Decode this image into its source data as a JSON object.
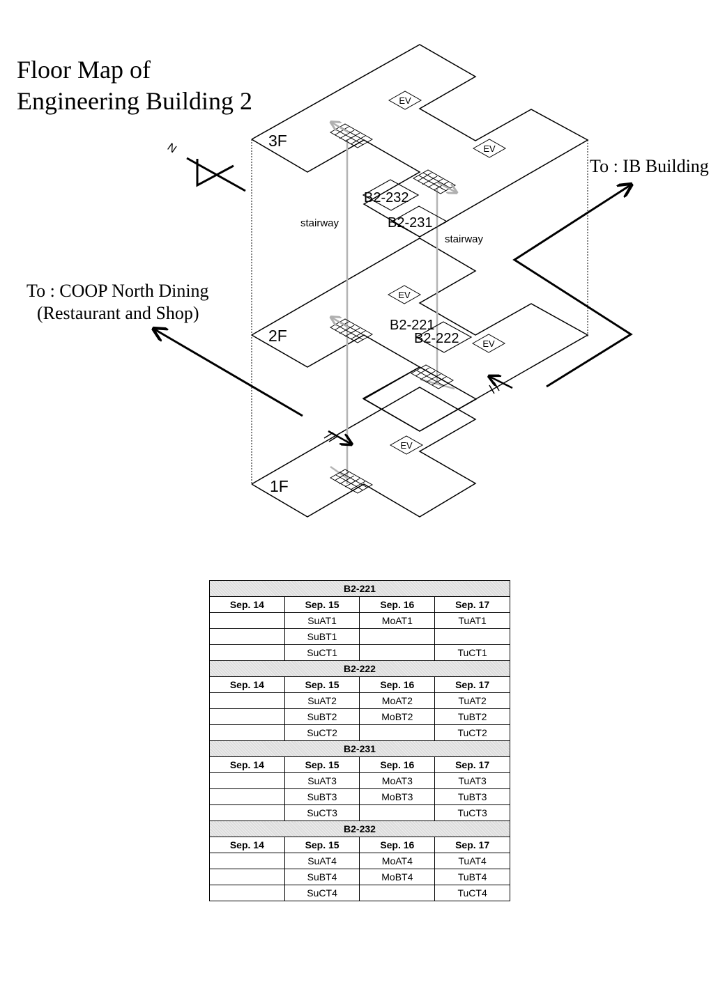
{
  "map": {
    "title_line1": "Floor Map of",
    "title_line2": "Engineering Building 2",
    "north_label": "N",
    "floors": [
      "3F",
      "2F",
      "1F"
    ],
    "elevator_label": "EV",
    "stairway_label": "stairway",
    "rooms": [
      "B2-232",
      "B2-231",
      "B2-221",
      "B2-222"
    ],
    "to_ib": "To : IB Building",
    "to_coop_line1": "To : COOP North Dining",
    "to_coop_line2": "(Restaurant and Shop)"
  },
  "schedule": {
    "sections": [
      {
        "room": "B2-221",
        "days": [
          "Sep. 14",
          "Sep. 15",
          "Sep. 16",
          "Sep. 17"
        ],
        "rows": [
          [
            "",
            "SuAT1",
            "MoAT1",
            "TuAT1"
          ],
          [
            "",
            "SuBT1",
            "",
            ""
          ],
          [
            "",
            "SuCT1",
            "",
            "TuCT1"
          ]
        ]
      },
      {
        "room": "B2-222",
        "days": [
          "Sep. 14",
          "Sep. 15",
          "Sep. 16",
          "Sep. 17"
        ],
        "rows": [
          [
            "",
            "SuAT2",
            "MoAT2",
            "TuAT2"
          ],
          [
            "",
            "SuBT2",
            "MoBT2",
            "TuBT2"
          ],
          [
            "",
            "SuCT2",
            "",
            "TuCT2"
          ]
        ]
      },
      {
        "room": "B2-231",
        "days": [
          "Sep. 14",
          "Sep. 15",
          "Sep. 16",
          "Sep. 17"
        ],
        "rows": [
          [
            "",
            "SuAT3",
            "MoAT3",
            "TuAT3"
          ],
          [
            "",
            "SuBT3",
            "MoBT3",
            "TuBT3"
          ],
          [
            "",
            "SuCT3",
            "",
            "TuCT3"
          ]
        ]
      },
      {
        "room": "B2-232",
        "days": [
          "Sep. 14",
          "Sep. 15",
          "Sep. 16",
          "Sep. 17"
        ],
        "rows": [
          [
            "",
            "SuAT4",
            "MoAT4",
            "TuAT4"
          ],
          [
            "",
            "SuBT4",
            "MoBT4",
            "TuBT4"
          ],
          [
            "",
            "SuCT4",
            "",
            "TuCT4"
          ]
        ]
      }
    ]
  }
}
